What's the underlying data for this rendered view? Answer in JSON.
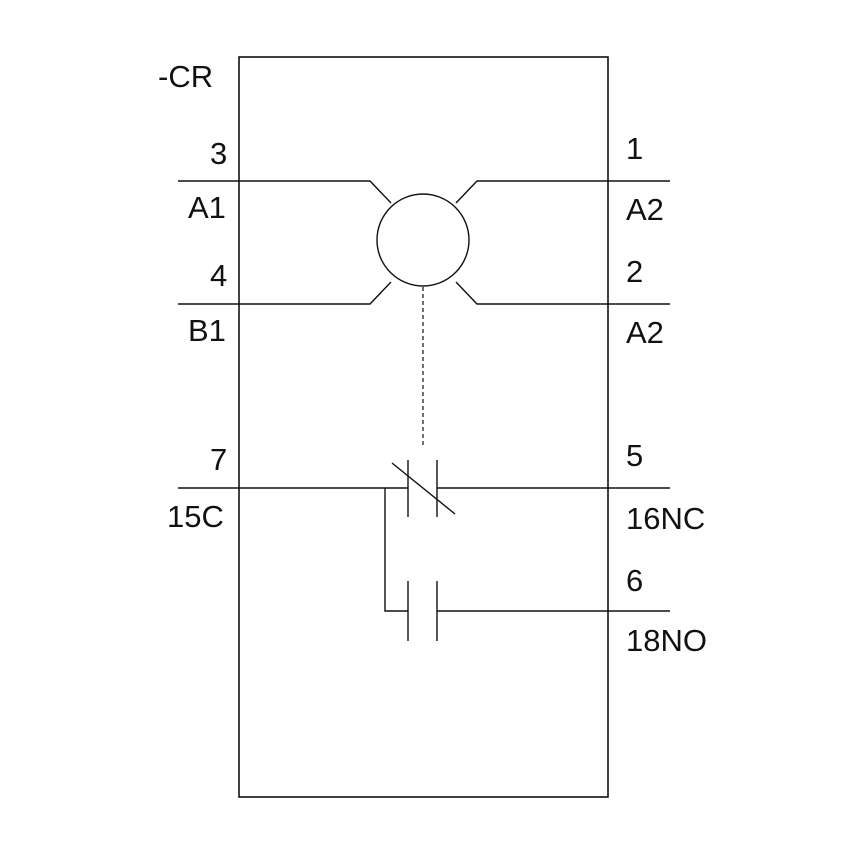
{
  "component": {
    "designation": "-CR"
  },
  "coil": {
    "left_top_pin": "3",
    "left_top_terminal": "A1",
    "left_bottom_pin": "4",
    "left_bottom_terminal": "B1",
    "right_top_pin": "1",
    "right_top_terminal": "A2",
    "right_bottom_pin": "2",
    "right_bottom_terminal": "A2"
  },
  "contacts": {
    "common_pin": "7",
    "common_terminal": "15C",
    "nc_pin": "5",
    "nc_terminal": "16NC",
    "no_pin": "6",
    "no_terminal": "18NO"
  }
}
